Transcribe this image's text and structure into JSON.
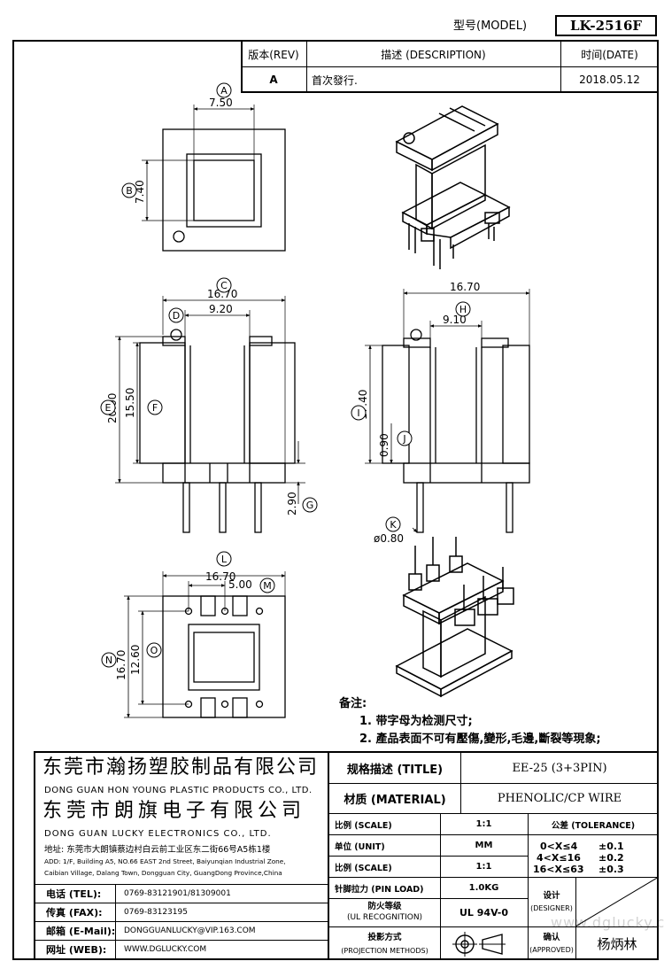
{
  "header": {
    "model_label": "型号(MODEL)",
    "model_value": "LK-2516F",
    "rev_label": "版本(REV)",
    "desc_label": "描述 (DESCRIPTION)",
    "date_label": "时间(DATE)",
    "rev_value": "A",
    "desc_value": "首次發行.",
    "date_value": "2018.05.12"
  },
  "dims": {
    "A": "A",
    "B": "B",
    "C": "C",
    "D": "D",
    "E": "E",
    "F": "F",
    "G": "G",
    "H": "H",
    "I": "I",
    "J": "J",
    "K": "K",
    "L": "L",
    "M": "M",
    "N": "N",
    "O": "O",
    "a_val": "7.50",
    "b_val": "7.40",
    "c_val": "16.70",
    "d_val": "9.20",
    "e_val": "20.00",
    "f_val": "15.50",
    "g_val": "2.90",
    "side_w_val": "16.70",
    "h_val": "9.10",
    "i_val": "17.40",
    "j_val": "0.90",
    "k_val": "ø0.80",
    "l_val": "16.70",
    "m_val": "5.00",
    "n_val": "16.70",
    "o_val": "12.60"
  },
  "notes": {
    "title": "备注:",
    "line1": "1. 带字母为检测尺寸;",
    "line2": "2. 產品表面不可有壓傷,變形,毛邊,斷裂等現象;"
  },
  "company": {
    "name1_cn": "东莞市瀚扬塑胶制品有限公司",
    "name1_en": "DONG GUAN HON YOUNG PLASTIC PRODUCTS CO., LTD.",
    "name2_cn": "东莞市朗旗电子有限公司",
    "name2_en": "DONG GUAN LUCKY ELECTRONICS CO., LTD.",
    "addr_cn": "地址: 东莞市大朗镇蔡边村白云前工业区东二街66号A5栋1楼",
    "addr_en1": "ADD: 1/F, Building A5, NO.66 EAST 2nd Street, Baiyunqian Industrial Zone,",
    "addr_en2": "Caibian Village, Dalang Town, Dongguan City, GuangDong Province,China"
  },
  "contact": {
    "tel_label": "电话 (TEL):",
    "tel_value": "0769-83121901/81309001",
    "fax_label": "传真 (FAX):",
    "fax_value": "0769-83123195",
    "mail_label": "邮箱 (E-Mail):",
    "mail_value": "DONGGUANLUCKY@VIP.163.COM",
    "web_label": "网址 (WEB):",
    "web_value": "WWW.DGLUCKY.COM"
  },
  "spec": {
    "title_label": "规格描述 (TITLE)",
    "title_value": "EE-25 (3+3PIN)",
    "material_label": "材质 (MATERIAL)",
    "material_value": "PHENOLIC/CP WIRE",
    "scale_label": "比例 (SCALE)",
    "scale_value": "1:1",
    "unit_label": "单位 (UNIT)",
    "unit_value": "MM",
    "scale2_label": "比例 (SCALE)",
    "scale2_value": "1:1",
    "pinload_label": "针脚拉力 (PIN LOAD)",
    "pinload_value": "1.0KG",
    "ul_label1": "防火等级",
    "ul_label2": "(UL RECOGNITION)",
    "ul_value": "UL 94V-0",
    "proj_label1": "投影方式",
    "proj_label2": "(PROJECTION METHODS)",
    "tol_label": "公差 (TOLERANCE)",
    "tol1_range": "0<X≤4",
    "tol1_val": "±0.1",
    "tol2_range": "4<X≤16",
    "tol2_val": "±0.2",
    "tol3_range": "16<X≤63",
    "tol3_val": "±0.3",
    "designer_label1": "设计",
    "designer_label2": "(DESIGNER)",
    "approved_label1": "确认",
    "approved_label2": "(APPROVED)",
    "approved_value": "杨炳林"
  },
  "watermark": "www.dglucky.com"
}
